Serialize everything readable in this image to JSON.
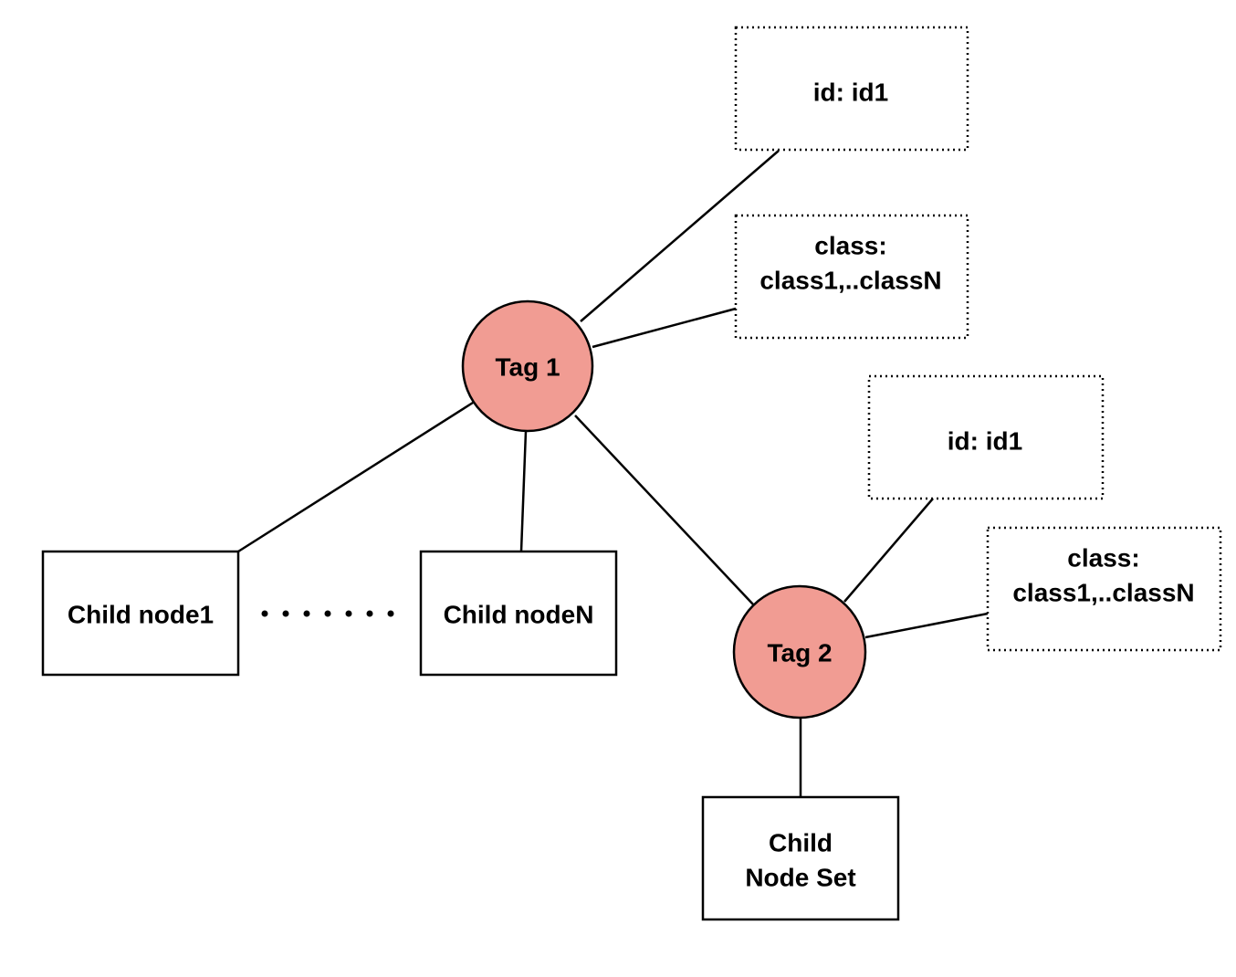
{
  "colors": {
    "tag_fill": "#f19c93",
    "stroke": "#000000",
    "background": "#ffffff"
  },
  "tag1": {
    "label": "Tag 1",
    "id_label": "id: id1",
    "class_line1": "class:",
    "class_line2": "class1,..classN"
  },
  "tag2": {
    "label": "Tag 2",
    "id_label": "id: id1",
    "class_line1": "class:",
    "class_line2": "class1,..classN"
  },
  "children": {
    "first": "Child node1",
    "last": "Child nodeN",
    "set_line1": "Child",
    "set_line2": "Node Set"
  }
}
